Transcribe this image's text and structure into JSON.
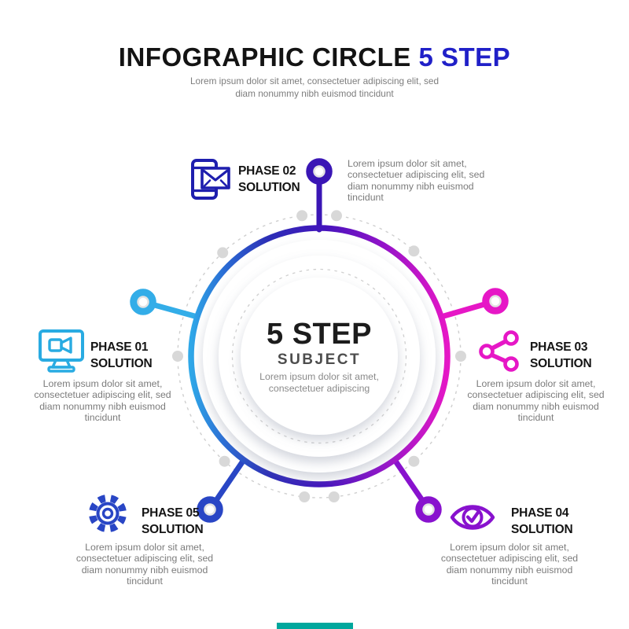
{
  "header": {
    "title": "INFOGRAPHIC CIRCLE",
    "title_accent": "5 STEP",
    "accent_color": "#2020C8",
    "subtitle": "Lorem ipsum dolor sit amet, consectetuer adipiscing elit, sed\ndiam nonummy nibh euismod tincidunt"
  },
  "center": {
    "title": "5 STEP",
    "subtitle": "SUBJECT",
    "description": "Lorem ipsum dolor sit amet,\nconsectetuer adipiscing"
  },
  "phases": [
    {
      "number": "PHASE 01",
      "label": "SOLUTION",
      "icon": "video-monitor-icon",
      "color": "#29ABE2",
      "description": "Lorem ipsum dolor sit amet,\nconsectetuer adipiscing elit, sed\ndiam nonummy nibh euismod\ntincidunt"
    },
    {
      "number": "PHASE 02",
      "label": "SOLUTION",
      "icon": "mobile-mail-icon",
      "color": "#3A16B5",
      "description": "Lorem ipsum dolor sit amet,\nconsectetuer adipiscing elit, sed\ndiam nonummy nibh euismod\ntincidunt"
    },
    {
      "number": "PHASE 03",
      "label": "SOLUTION",
      "icon": "share-icon",
      "color": "#E617C6",
      "description": "Lorem ipsum dolor sit amet,\nconsectetuer adipiscing elit, sed\ndiam nonummy nibh euismod\ntincidunt"
    },
    {
      "number": "PHASE 04",
      "label": "SOLUTION",
      "icon": "eye-check-icon",
      "color": "#8812CE",
      "description": "Lorem ipsum dolor sit amet,\nconsectetuer adipiscing elit, sed\ndiam nonummy nibh euismod\ntincidunt"
    },
    {
      "number": "PHASE 05",
      "label": "SOLUTION",
      "icon": "gear-icon",
      "color": "#2946C5",
      "description": "Lorem ipsum dolor sit amet,\nconsectetuer adipiscing elit, sed\ndiam nonummy nibh euismod\ntincidunt"
    }
  ],
  "ring_gradient": [
    "#2FA8E8",
    "#2A6CD4",
    "#2C2FB6",
    "#4313BC",
    "#9313C9",
    "#E617C6"
  ],
  "footer": {
    "bar_color": "#00A79D"
  }
}
